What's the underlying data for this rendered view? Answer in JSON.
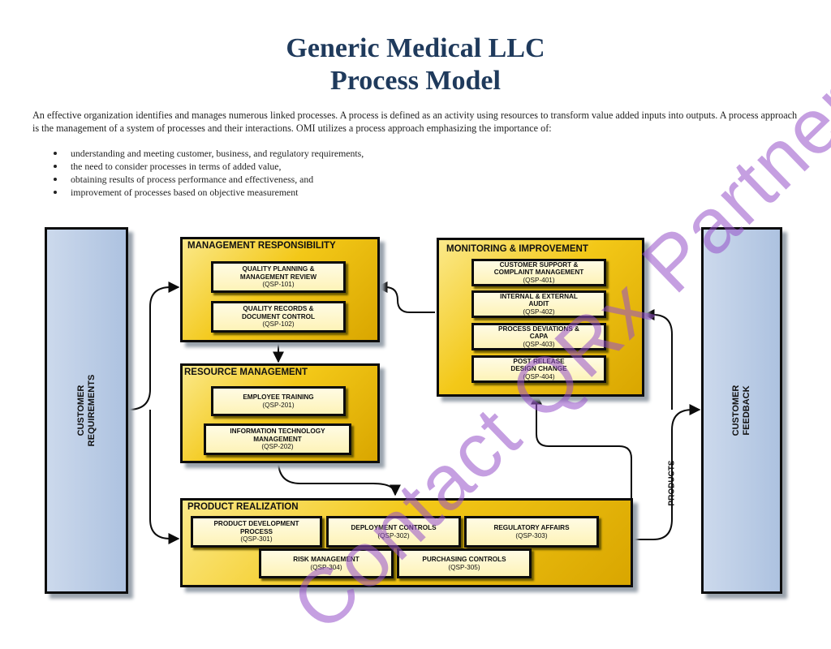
{
  "title_line1": "Generic Medical LLC",
  "title_line2": "Process Model",
  "intro": "An effective organization identifies and manages numerous linked processes. A process is defined as an activity using resources to transform value added inputs into outputs. A process approach is the management of a system of processes and their interactions. OMI utilizes a process approach emphasizing the importance of:",
  "bullets": [
    "understanding and meeting customer, business, and regulatory requirements,",
    "the need to consider processes in terms of added value,",
    "obtaining results of process performance and effectiveness, and",
    "improvement of processes based on objective measurement"
  ],
  "customer_requirements": "CUSTOMER\nREQUIREMENTS",
  "customer_feedback": "CUSTOMER\nFEEDBACK",
  "products_label": "PRODUCTS",
  "watermark": "Contact QRx Partners",
  "groups": {
    "management": {
      "title": "MANAGEMENT RESPONSIBILITY",
      "procs": [
        {
          "name": "QUALITY PLANNING &\nMANAGEMENT REVIEW",
          "code": "(QSP-101)"
        },
        {
          "name": "QUALITY RECORDS &\nDOCUMENT CONTROL",
          "code": "(QSP-102)"
        }
      ]
    },
    "resource": {
      "title": "RESOURCE MANAGEMENT",
      "procs": [
        {
          "name": "EMPLOYEE TRAINING",
          "code": "(QSP-201)"
        },
        {
          "name": "INFORMATION TECHNOLOGY\nMANAGEMENT",
          "code": "(QSP-202)"
        }
      ]
    },
    "product": {
      "title": "PRODUCT REALIZATION",
      "procs": [
        {
          "name": "PRODUCT DEVELOPMENT\nPROCESS",
          "code": "(QSP-301)"
        },
        {
          "name": "DEPLOYMENT CONTROLS",
          "code": "(QSP-302)"
        },
        {
          "name": "REGULATORY AFFAIRS",
          "code": "(QSP-303)"
        },
        {
          "name": "RISK MANAGEMENT",
          "code": "(QSP-304)"
        },
        {
          "name": "PURCHASING CONTROLS",
          "code": "(QSP-305)"
        }
      ]
    },
    "monitoring": {
      "title": "MONITORING & IMPROVEMENT",
      "procs": [
        {
          "name": "CUSTOMER SUPPORT &\nCOMPLAINT MANAGEMENT",
          "code": "(QSP-401)"
        },
        {
          "name": "INTERNAL & EXTERNAL\nAUDIT",
          "code": "(QSP-402)"
        },
        {
          "name": "PROCESS DEVIATIONS &\nCAPA",
          "code": "(QSP-403)"
        },
        {
          "name": "POST RELEASE\nDESIGN CHANGE",
          "code": "(QSP-404)"
        }
      ]
    }
  },
  "colors": {
    "title": "#1f3a5c",
    "group_fill": "#f3c818",
    "proc_fill": "#fdf3b8",
    "side_fill": "#b9cbe5",
    "watermark": "#9650c8"
  }
}
